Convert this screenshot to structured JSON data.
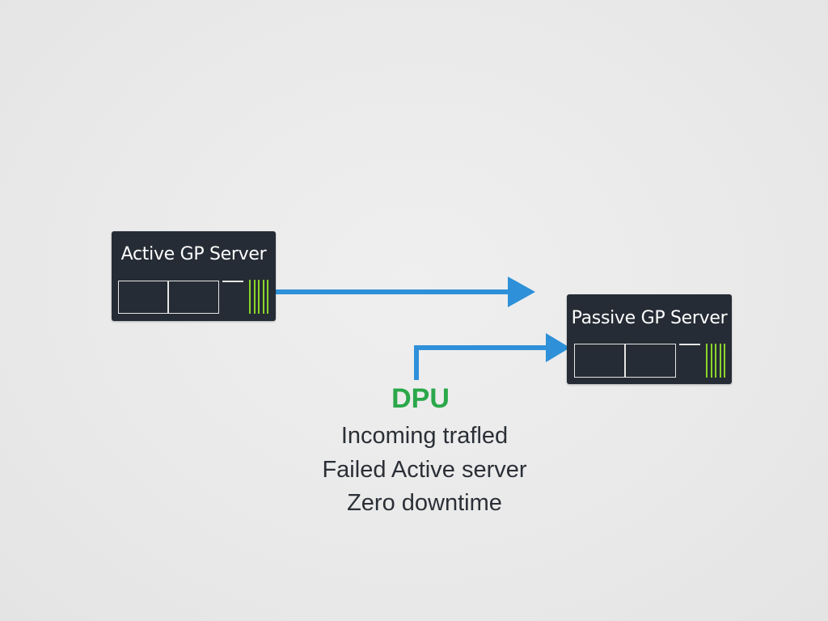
{
  "diagram": {
    "active_server": {
      "title": "Active GP Server"
    },
    "passive_server": {
      "title": "Passive GP Server"
    },
    "dpu_label": "DPU",
    "caption": [
      "Incoming traﬂed",
      "Failed Active server",
      "Zero downtime"
    ],
    "colors": {
      "background": "#ebebeb",
      "server_fill": "#252c35",
      "arrow": "#2e90d8",
      "dpu_text": "#2aa84a",
      "vents": "#8bd42a",
      "caption_text": "#2b2f36"
    }
  }
}
